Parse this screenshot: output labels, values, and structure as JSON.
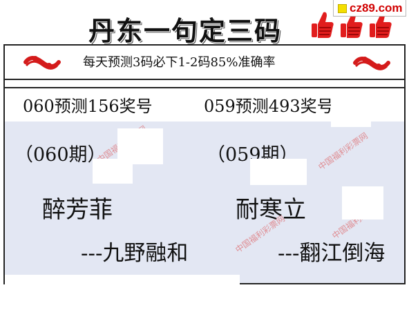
{
  "header": {
    "title": "丹东一句定三码",
    "site_badge": "cz89.com"
  },
  "banner": {
    "slogan": "每天预测3码必下1-2码85%准确率"
  },
  "prediction_bar": {
    "left": "060预测156奖号",
    "right": "059预测493奖号"
  },
  "left_column": {
    "period": "（060期）",
    "poem": "醉芳菲",
    "author": "---九野融和"
  },
  "right_column": {
    "period": "（059期）",
    "poem": "耐寒立",
    "author": "---翻江倒海"
  },
  "watermark": "中国福利彩票网",
  "icons": {
    "thumbs": "thumbs-up-icon",
    "logo": "lottery-logo-icon"
  },
  "colors": {
    "thumb_red": "#e11d1d",
    "logo_red": "#d41b1b",
    "content_bg": "#e3e7f3",
    "site_text": "#d10000",
    "site_dot": "#f4df00"
  }
}
